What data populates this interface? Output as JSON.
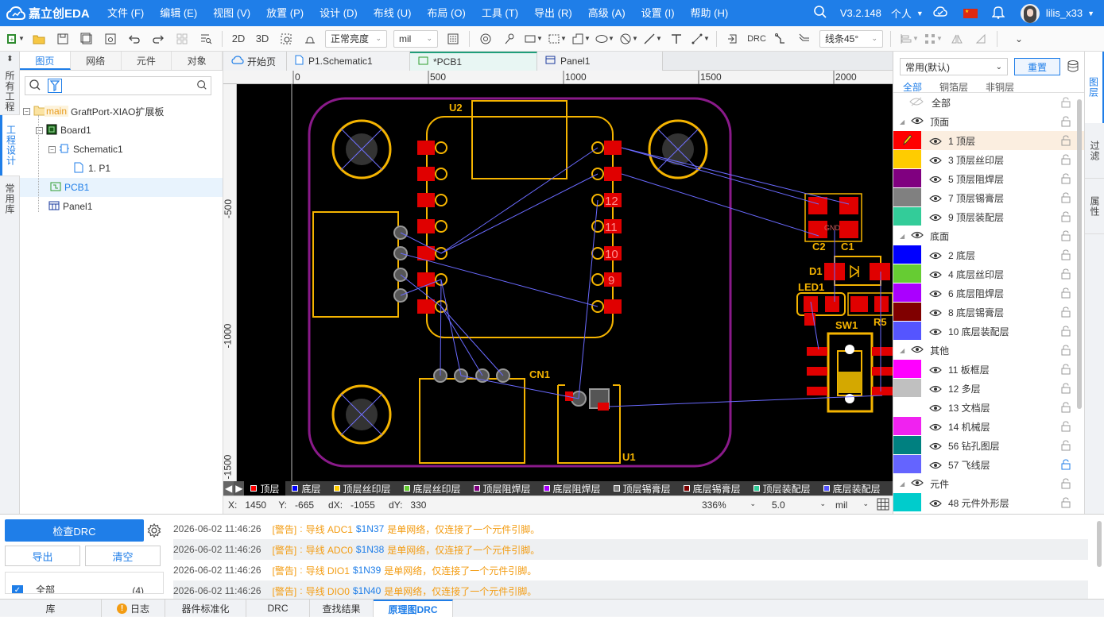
{
  "app": {
    "name": "嘉立创EDA",
    "version": "V3.2.148",
    "edition": "个人",
    "user": "lilis_x33"
  },
  "menu": [
    "文件 (F)",
    "编辑 (E)",
    "视图 (V)",
    "放置 (P)",
    "设计 (D)",
    "布线 (U)",
    "布局 (O)",
    "工具 (T)",
    "导出 (R)",
    "高级 (A)",
    "设置 (I)",
    "帮助 (H)"
  ],
  "toolbar": {
    "view_2d": "2D",
    "view_3d": "3D",
    "brightness": "正常亮度",
    "unit": "mil",
    "drc": "DRC",
    "route_angle": "线条45°"
  },
  "left_vtabs": [
    "所有工程",
    "工程设计",
    "常用库"
  ],
  "left_panel": {
    "tabs": [
      "图页",
      "网络",
      "元件",
      "对象"
    ],
    "tree": {
      "project_badge": "main",
      "project": "GraftPort-XIAO扩展板",
      "board": "Board1",
      "schematic": "Schematic1",
      "page": "1. P1",
      "pcb": "PCB1",
      "panel": "Panel1"
    }
  },
  "doc_tabs": [
    "开始页",
    "P1.Schematic1",
    "*PCB1",
    "Panel1"
  ],
  "ruler": {
    "top": [
      "0",
      "500",
      "1000",
      "1500",
      "2000"
    ],
    "left": [
      "-500",
      "-1000",
      "-1500"
    ]
  },
  "pcb": {
    "labels": {
      "u2": "U2",
      "cn1": "CN1",
      "u1": "U1",
      "c2": "C2",
      "c1": "C1",
      "gnd": "GND",
      "d1": "D1",
      "led1": "LED1",
      "sw1": "SW1",
      "r5": "R5"
    },
    "pin_numbers": [
      "12",
      "11",
      "10",
      "9"
    ]
  },
  "layer_bar": [
    {
      "name": "顶层",
      "color": "#ff0000"
    },
    {
      "name": "底层",
      "color": "#0000ff"
    },
    {
      "name": "顶层丝印层",
      "color": "#ffcc00"
    },
    {
      "name": "底层丝印层",
      "color": "#66cc33"
    },
    {
      "name": "顶层阻焊层",
      "color": "#800080"
    },
    {
      "name": "底层阻焊层",
      "color": "#aa00ff"
    },
    {
      "name": "顶层锡膏层",
      "color": "#808080"
    },
    {
      "name": "底层锡膏层",
      "color": "#800000"
    },
    {
      "name": "顶层装配层",
      "color": "#33cc99"
    },
    {
      "name": "底层装配层",
      "color": "#5555ff"
    }
  ],
  "status": {
    "x_label": "X:",
    "x": "1450",
    "y_label": "Y:",
    "y": "-665",
    "dx_label": "dX:",
    "dx": "-1055",
    "dy_label": "dY:",
    "dy": "330",
    "zoom": "336%",
    "grid": "5.0",
    "unit": "mil"
  },
  "right_panel": {
    "preset": "常用(默认)",
    "reset": "重置",
    "filter_tabs": [
      "全部",
      "铜箔层",
      "非铜层"
    ],
    "all_label": "全部",
    "layers": [
      {
        "group": "顶面"
      },
      {
        "name": "1 顶层",
        "color": "#ff0000",
        "active": true
      },
      {
        "name": "3 顶层丝印层",
        "color": "#ffcc00"
      },
      {
        "name": "5 顶层阻焊层",
        "color": "#800080"
      },
      {
        "name": "7 顶层锡膏层",
        "color": "#808080"
      },
      {
        "name": "9 顶层装配层",
        "color": "#33cc99"
      },
      {
        "group": "底面"
      },
      {
        "name": "2 底层",
        "color": "#0000ff"
      },
      {
        "name": "4 底层丝印层",
        "color": "#66cc33"
      },
      {
        "name": "6 底层阻焊层",
        "color": "#aa00ff"
      },
      {
        "name": "8 底层锡膏层",
        "color": "#800000"
      },
      {
        "name": "10 底层装配层",
        "color": "#5555ff"
      },
      {
        "group": "其他"
      },
      {
        "name": "11 板框层",
        "color": "#ff00ff"
      },
      {
        "name": "12 多层",
        "color": "#c0c0c0"
      },
      {
        "name": "13 文档层",
        "color": "#ffffff"
      },
      {
        "name": "14 机械层",
        "color": "#f022f0"
      },
      {
        "name": "56 钻孔图层",
        "color": "#008080"
      },
      {
        "name": "57 飞线层",
        "color": "#6464ff",
        "locked": true
      },
      {
        "group": "元件"
      },
      {
        "name": "48 元件外形层",
        "color": "#00cccc"
      }
    ]
  },
  "right_vtabs": [
    "图层",
    "过滤",
    "属性"
  ],
  "bottom": {
    "drc_button": "检查DRC",
    "export": "导出",
    "clear": "清空",
    "all": "全部",
    "all_count": "(4)",
    "logs": [
      {
        "time": "2026-06-02 11:46:26",
        "level": "[警告]",
        "msg": "导线 ADC1",
        "net": "$1N37",
        "tail": "是单网络，仅连接了一个元件引脚。"
      },
      {
        "time": "2026-06-02 11:46:26",
        "level": "[警告]",
        "msg": "导线 ADC0",
        "net": "$1N38",
        "tail": "是单网络，仅连接了一个元件引脚。"
      },
      {
        "time": "2026-06-02 11:46:26",
        "level": "[警告]",
        "msg": "导线 DIO1",
        "net": "$1N39",
        "tail": "是单网络，仅连接了一个元件引脚。"
      },
      {
        "time": "2026-06-02 11:46:26",
        "level": "[警告]",
        "msg": "导线 DIO0",
        "net": "$1N40",
        "tail": "是单网络，仅连接了一个元件引脚。"
      }
    ]
  },
  "bottom_tabs": [
    "库",
    "日志",
    "器件标准化",
    "DRC",
    "查找结果",
    "原理图DRC"
  ]
}
